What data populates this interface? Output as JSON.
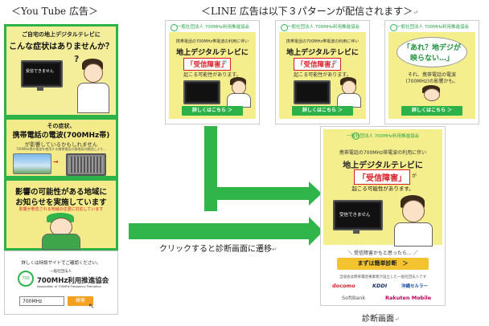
{
  "headers": {
    "youtube": "＜You Tube 広告＞",
    "line": "＜LINE 広告は以下３パターンが配信されます＞",
    "line_mark": "↵"
  },
  "youtube": {
    "panel1": {
      "line1": "ご自宅の地上デジタルテレビに",
      "line2": "こんな症状はありませんか？",
      "tv_text": "受信できません"
    },
    "panel2": {
      "line1": "その症状、",
      "line2": "携帯電話の電波(700MHz帯)",
      "line3": "が影響しているかもしれません",
      "line4": "700MHz帯の電波を使用する携帯電話の基地局の開設により..."
    },
    "panel3": {
      "line1": "影響の可能性がある地域に",
      "line2": "お知らせを実施しています",
      "line3": "影響が懸念される地域の住居に対応しています"
    },
    "panel4": {
      "line1": "詳しくは特設サイトでご確認ください。",
      "org_small": "一般社団法人",
      "org_name": "700MHz利用推進協会",
      "org_en": "Association of 700MHz Frequency Promotion",
      "field_value": "700MHz",
      "search_label": "検索"
    }
  },
  "line_ads": [
    {
      "logo": "一般社団法人 700MHz利用推進協会",
      "sub": "携帯電話の700MHz帯電波の利用に伴い",
      "h1": "地上デジタルテレビに",
      "red": "「受信障害」",
      "tail": "が",
      "note": "起こる可能性があります。",
      "button": "詳しくはこちら ＞"
    },
    {
      "logo": "一般社団法人 700MHz利用推進協会",
      "sub": "携帯電話の700MHz帯電波の利用に伴い",
      "h1": "地上デジタルテレビに",
      "red": "「受信障害」",
      "tail": "が",
      "note": "起こる可能性があります。",
      "button": "詳しくはこちら ＞"
    },
    {
      "logo": "一般社団法人 700MHz利用推進協会",
      "bubble1": "「あれ？地デジが",
      "bubble2": "映らない…」",
      "sub1": "それ、携帯電話の電波",
      "sub2": "(700MHz)の影響かも。",
      "button": "詳しくはこちら ＞"
    }
  ],
  "diagnosis": {
    "logo": "一般社団法人 700MHz利用推進協会",
    "sub": "携帯電話の700MHz帯電波の利用に伴い",
    "h1": "地上デジタルテレビに",
    "red": "「受信障害」",
    "tail": "が",
    "note": "起こる可能性があります。",
    "tv_text": "受信できません",
    "tag": "＼ 受信障害かもと思ったら… ／",
    "cta": "まずは簡単診断　＞",
    "foot": "当協会は携帯電話事業者が設立した一般社団法人です",
    "brands": [
      "docomo",
      "KDDI",
      "沖縄セルラー",
      "SoftBank",
      "Rakuten Mobile"
    ],
    "label": "診断画面",
    "label_mark": "↵"
  },
  "click_label": "クリックすると診断画面に遷移",
  "click_mark": "↵",
  "colors": {
    "green": "#2fb54a",
    "yellow": "#f5ee8d",
    "red": "#d8202a",
    "cta": "#f4c430"
  }
}
